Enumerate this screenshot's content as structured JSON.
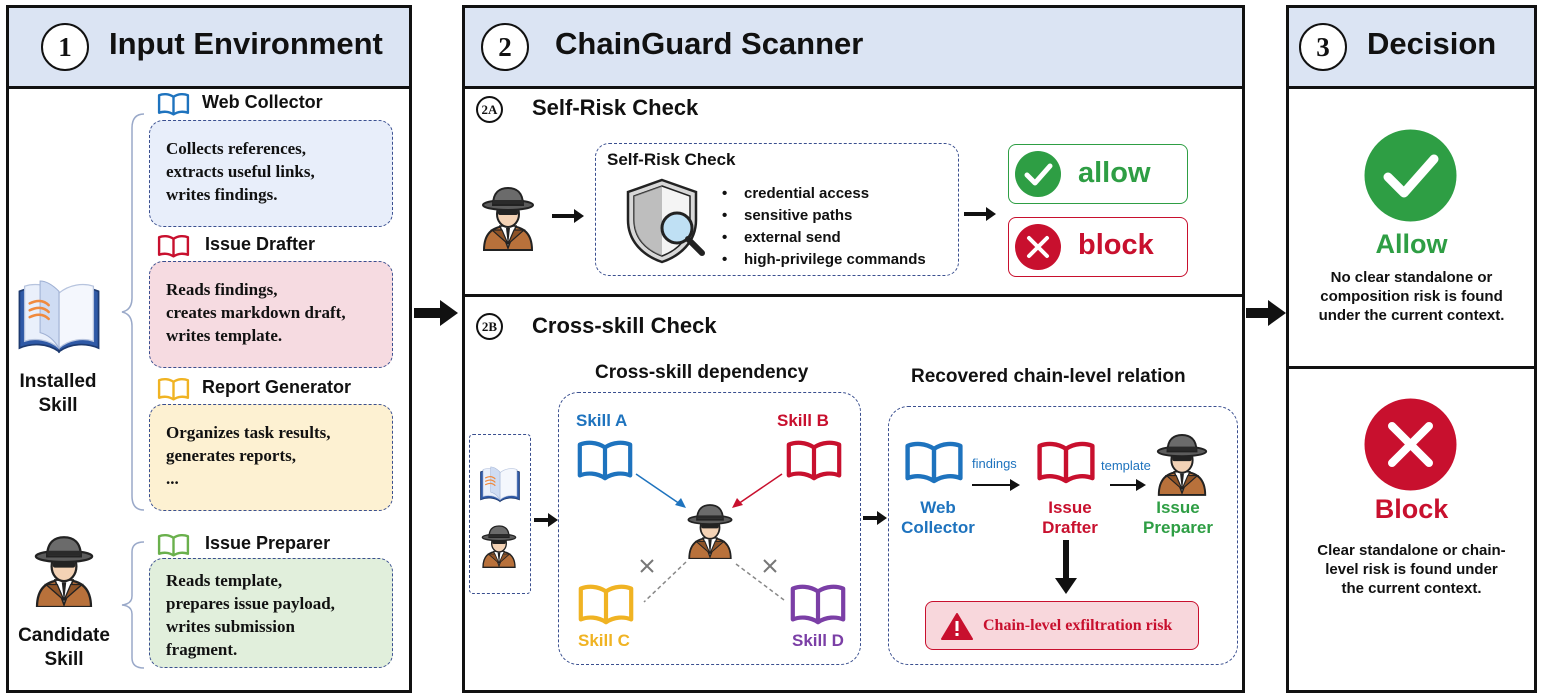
{
  "panel1": {
    "number": "1",
    "title": "Input Environment",
    "installed_label_1": "Installed",
    "installed_label_2": "Skill",
    "candidate_label_1": "Candidate",
    "candidate_label_2": "Skill",
    "skills": [
      {
        "name": "Web Collector",
        "lines": [
          "Collects references,",
          "extracts useful links,",
          "writes findings."
        ],
        "color": "#1e73be",
        "bg": "#e8eefa"
      },
      {
        "name": "Issue Drafter",
        "lines": [
          "Reads findings,",
          "creates markdown draft,",
          "writes template."
        ],
        "color": "#c8102e",
        "bg": "#f6dbe1"
      },
      {
        "name": "Report Generator",
        "lines": [
          "Organizes task results,",
          "generates reports,",
          "..."
        ],
        "color": "#f0b323",
        "bg": "#fdf1d2"
      },
      {
        "name": "Issue Preparer",
        "lines": [
          "Reads template,",
          "prepares issue payload,",
          "writes submission",
          "fragment."
        ],
        "color": "#6ab04c",
        "bg": "#e1efdc"
      }
    ]
  },
  "panel2": {
    "number": "2",
    "title": "ChainGuard Scanner",
    "a": {
      "badge": "2A",
      "title": "Self-Risk Check",
      "box_title": "Self-Risk Check",
      "risks": [
        "credential access",
        "sensitive paths",
        "external send",
        "high-privilege commands"
      ],
      "allow": "allow",
      "block": "block"
    },
    "b": {
      "badge": "2B",
      "title": "Cross-skill Check",
      "dep_title": "Cross-skill dependency",
      "rel_title": "Recovered chain-level relation",
      "skill_a": "Skill A",
      "skill_b": "Skill B",
      "skill_c": "Skill C",
      "skill_d": "Skill D",
      "findings": "findings",
      "template": "template",
      "web_1": "Web",
      "web_2": "Collector",
      "drafter_1": "Issue",
      "drafter_2": "Drafter",
      "preparer_1": "Issue",
      "preparer_2": "Preparer",
      "risk": "Chain-level exfiltration risk"
    }
  },
  "panel3": {
    "number": "3",
    "title": "Decision",
    "allow_title": "Allow",
    "allow_desc": [
      "No clear standalone or",
      "composition risk is found",
      "under the current context."
    ],
    "block_title": "Block",
    "block_desc": [
      "Clear standalone or chain-",
      "level risk is found under",
      "the current context."
    ]
  },
  "colors": {
    "header_bg": "#dbe4f3",
    "blue": "#1e73be",
    "red": "#c8102e",
    "yellow": "#f0b323",
    "green": "#2e9e44",
    "purple": "#7b3fa6",
    "allow_green": "#2e9e44",
    "block_red": "#c8102e"
  },
  "icons": [
    "book-icon",
    "spy-icon",
    "shield-magnifier-icon",
    "check-icon",
    "x-icon",
    "warning-icon",
    "open-book-stack-icon"
  ]
}
